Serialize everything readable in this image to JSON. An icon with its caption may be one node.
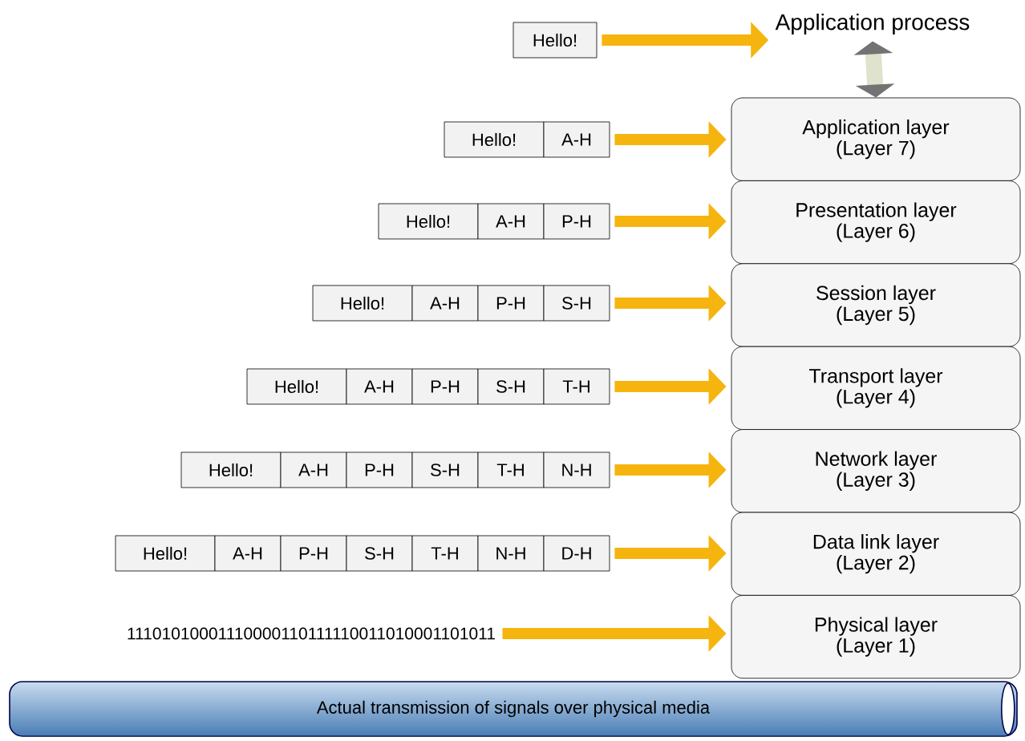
{
  "diagram": {
    "nodes": [
      {
        "text": [
          "Application process"
        ]
      },
      {
        "text": [
          "Application layer",
          "(Layer 7)"
        ]
      },
      {
        "text": [
          "Presentation layer",
          "(Layer 6)"
        ]
      },
      {
        "text": [
          "Session layer",
          "(Layer 5)"
        ]
      },
      {
        "text": [
          "Transport layer",
          "(Layer 4)"
        ]
      },
      {
        "text": [
          "Network layer",
          "(Layer 3)"
        ]
      },
      {
        "text": [
          "Data link layer",
          "(Layer 2)"
        ]
      },
      {
        "text": [
          "Physical layer",
          "(Layer 1)"
        ]
      },
      {
        "text": [
          "Actual transmission of signals over physical media"
        ]
      },
      {
        "text": [
          "Hello!"
        ]
      },
      {
        "text": [
          "Hello!"
        ]
      },
      {
        "text": [
          "A-H"
        ]
      },
      {
        "text": [
          "Hello!"
        ]
      },
      {
        "text": [
          "A-H"
        ]
      },
      {
        "text": [
          "P-H"
        ]
      },
      {
        "text": [
          "Hello!"
        ]
      },
      {
        "text": [
          "A-H"
        ]
      },
      {
        "text": [
          "P-H"
        ]
      },
      {
        "text": [
          "S-H"
        ]
      },
      {
        "text": [
          "Hello!"
        ]
      },
      {
        "text": [
          "A-H"
        ]
      },
      {
        "text": [
          "P-H"
        ]
      },
      {
        "text": [
          "S-H"
        ]
      },
      {
        "text": [
          "T-H"
        ]
      },
      {
        "text": [
          "Hello!"
        ]
      },
      {
        "text": [
          "A-H"
        ]
      },
      {
        "text": [
          "P-H"
        ]
      },
      {
        "text": [
          "S-H"
        ]
      },
      {
        "text": [
          "T-H"
        ]
      },
      {
        "text": [
          "N-H"
        ]
      },
      {
        "text": [
          "Hello!"
        ]
      },
      {
        "text": [
          "A-H"
        ]
      },
      {
        "text": [
          "P-H"
        ]
      },
      {
        "text": [
          "S-H"
        ]
      },
      {
        "text": [
          "T-H"
        ]
      },
      {
        "text": [
          "N-H"
        ]
      },
      {
        "text": [
          "D-H"
        ]
      },
      {
        "text": [
          "11101010001110000110111110011010001101011"
        ]
      }
    ],
    "edges": [
      {
        "from": 0,
        "to": 1,
        "arrow": "both",
        "color": "#dfe2cc"
      },
      {
        "from": 9,
        "to": 0,
        "arrow": "to"
      },
      {
        "from": 11,
        "to": 1,
        "arrow": "to"
      },
      {
        "from": 14,
        "to": 2,
        "arrow": "to"
      },
      {
        "from": 18,
        "to": 3,
        "arrow": "to"
      },
      {
        "from": 23,
        "to": 4,
        "arrow": "to"
      },
      {
        "from": 29,
        "to": 5,
        "arrow": "to"
      },
      {
        "from": 36,
        "to": 6,
        "arrow": "to"
      },
      {
        "from": 37,
        "to": 7,
        "arrow": "to"
      }
    ]
  }
}
